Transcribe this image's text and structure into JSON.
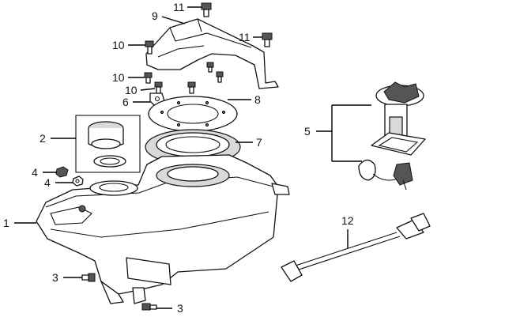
{
  "callouts": [
    {
      "key": "c1",
      "number": "1"
    },
    {
      "key": "c2",
      "number": "2"
    },
    {
      "key": "c3a",
      "number": "3"
    },
    {
      "key": "c3b",
      "number": "3"
    },
    {
      "key": "c4a",
      "number": "4"
    },
    {
      "key": "c4b",
      "number": "4"
    },
    {
      "key": "c5",
      "number": "5"
    },
    {
      "key": "c6",
      "number": "6"
    },
    {
      "key": "c7",
      "number": "7"
    },
    {
      "key": "c8",
      "number": "8"
    },
    {
      "key": "c9",
      "number": "9"
    },
    {
      "key": "c10a",
      "number": "10"
    },
    {
      "key": "c10b",
      "number": "10"
    },
    {
      "key": "c10c",
      "number": "10"
    },
    {
      "key": "c11a",
      "number": "11"
    },
    {
      "key": "c11b",
      "number": "11"
    },
    {
      "key": "c12",
      "number": "12"
    }
  ]
}
